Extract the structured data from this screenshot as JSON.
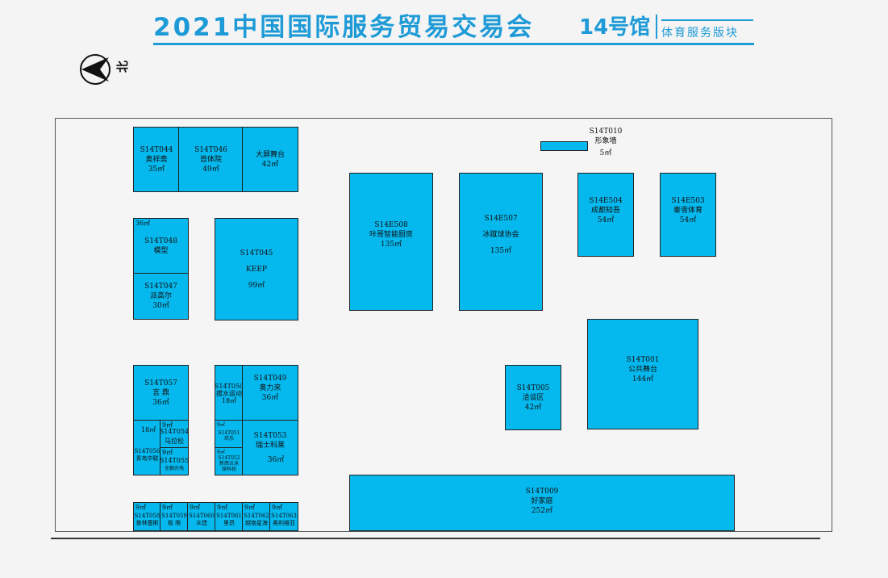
{
  "header": {
    "title": "2021中国国际服务贸易交易会",
    "hall": "14号馆",
    "section": "体育服务版块"
  },
  "compass": {
    "label": "北"
  },
  "booths": [
    {
      "key": "t044",
      "id": "S14T044",
      "name": "奥祥斋",
      "area": "35㎡"
    },
    {
      "key": "t046",
      "id": "S14T046",
      "name": "首体院",
      "area": "49㎡"
    },
    {
      "key": "stage",
      "id": "",
      "name": "大屏舞台",
      "area": "42㎡"
    },
    {
      "key": "t048",
      "id": "S14T048",
      "name": "模型",
      "area": "36㎡"
    },
    {
      "key": "t047",
      "id": "S14T047",
      "name": "派高尔",
      "area": "30㎡"
    },
    {
      "key": "t045",
      "id": "S14T045",
      "name": "KEEP",
      "area": "99㎡"
    },
    {
      "key": "e508",
      "id": "S14E508",
      "name": "咔哥智能厨房",
      "area": "135㎡"
    },
    {
      "key": "e507",
      "id": "S14E507",
      "name": "冰蹴球协会",
      "area": "135㎡"
    },
    {
      "key": "e504",
      "id": "S14E504",
      "name": "成都知吾",
      "area": "54㎡"
    },
    {
      "key": "e503",
      "id": "S14E503",
      "name": "秦雪体育",
      "area": "54㎡"
    },
    {
      "key": "t010",
      "id": "S14T010",
      "name": "形象墙",
      "area": "5㎡"
    },
    {
      "key": "t001",
      "id": "S14T001",
      "name": "公共舞台",
      "area": "144㎡"
    },
    {
      "key": "t005",
      "id": "S14T005",
      "name": "洽谈区",
      "area": "42㎡"
    },
    {
      "key": "t009",
      "id": "S14T009",
      "name": "好家庭",
      "area": "252㎡"
    },
    {
      "key": "t057",
      "id": "S14T057",
      "name": "言 鼎",
      "area": "36㎡"
    },
    {
      "key": "t056",
      "id": "S14T056",
      "name": "青岛中联",
      "area": "18㎡"
    },
    {
      "key": "t054",
      "id": "S14T054",
      "name": "马拉松",
      "area": "9㎡"
    },
    {
      "key": "t055",
      "id": "S14T055",
      "name": "全朝光电",
      "area": "9㎡"
    },
    {
      "key": "t050",
      "id": "S14T050",
      "name": "拔水运动",
      "area": "18㎡"
    },
    {
      "key": "t049",
      "id": "S14T049",
      "name": "奥力来",
      "area": "36㎡"
    },
    {
      "key": "t051",
      "id": "S14T051",
      "name": "欢乐",
      "area": "9㎡"
    },
    {
      "key": "t052",
      "id": "S14T052",
      "name": "新西兰冰球科技",
      "area": "9㎡"
    },
    {
      "key": "t053",
      "id": "S14T053",
      "name": "瑞士科莱",
      "area": "36㎡"
    },
    {
      "key": "t058",
      "id": "S14T058",
      "name": "普林塞斯",
      "area": "9㎡"
    },
    {
      "key": "t059",
      "id": "S14T059",
      "name": "极 限",
      "area": "9㎡"
    },
    {
      "key": "t060",
      "id": "S14T060",
      "name": "众建",
      "area": "9㎡"
    },
    {
      "key": "t061",
      "id": "S14T061",
      "name": "里昂",
      "area": "9㎡"
    },
    {
      "key": "t062",
      "id": "S14T062",
      "name": "越南星海",
      "area": "9㎡"
    },
    {
      "key": "t063",
      "id": "S14T063",
      "name": "奥利维亚",
      "area": "9㎡"
    }
  ],
  "colors": {
    "booth_fill": "#05b9ef",
    "title": "#1e9bd7"
  }
}
